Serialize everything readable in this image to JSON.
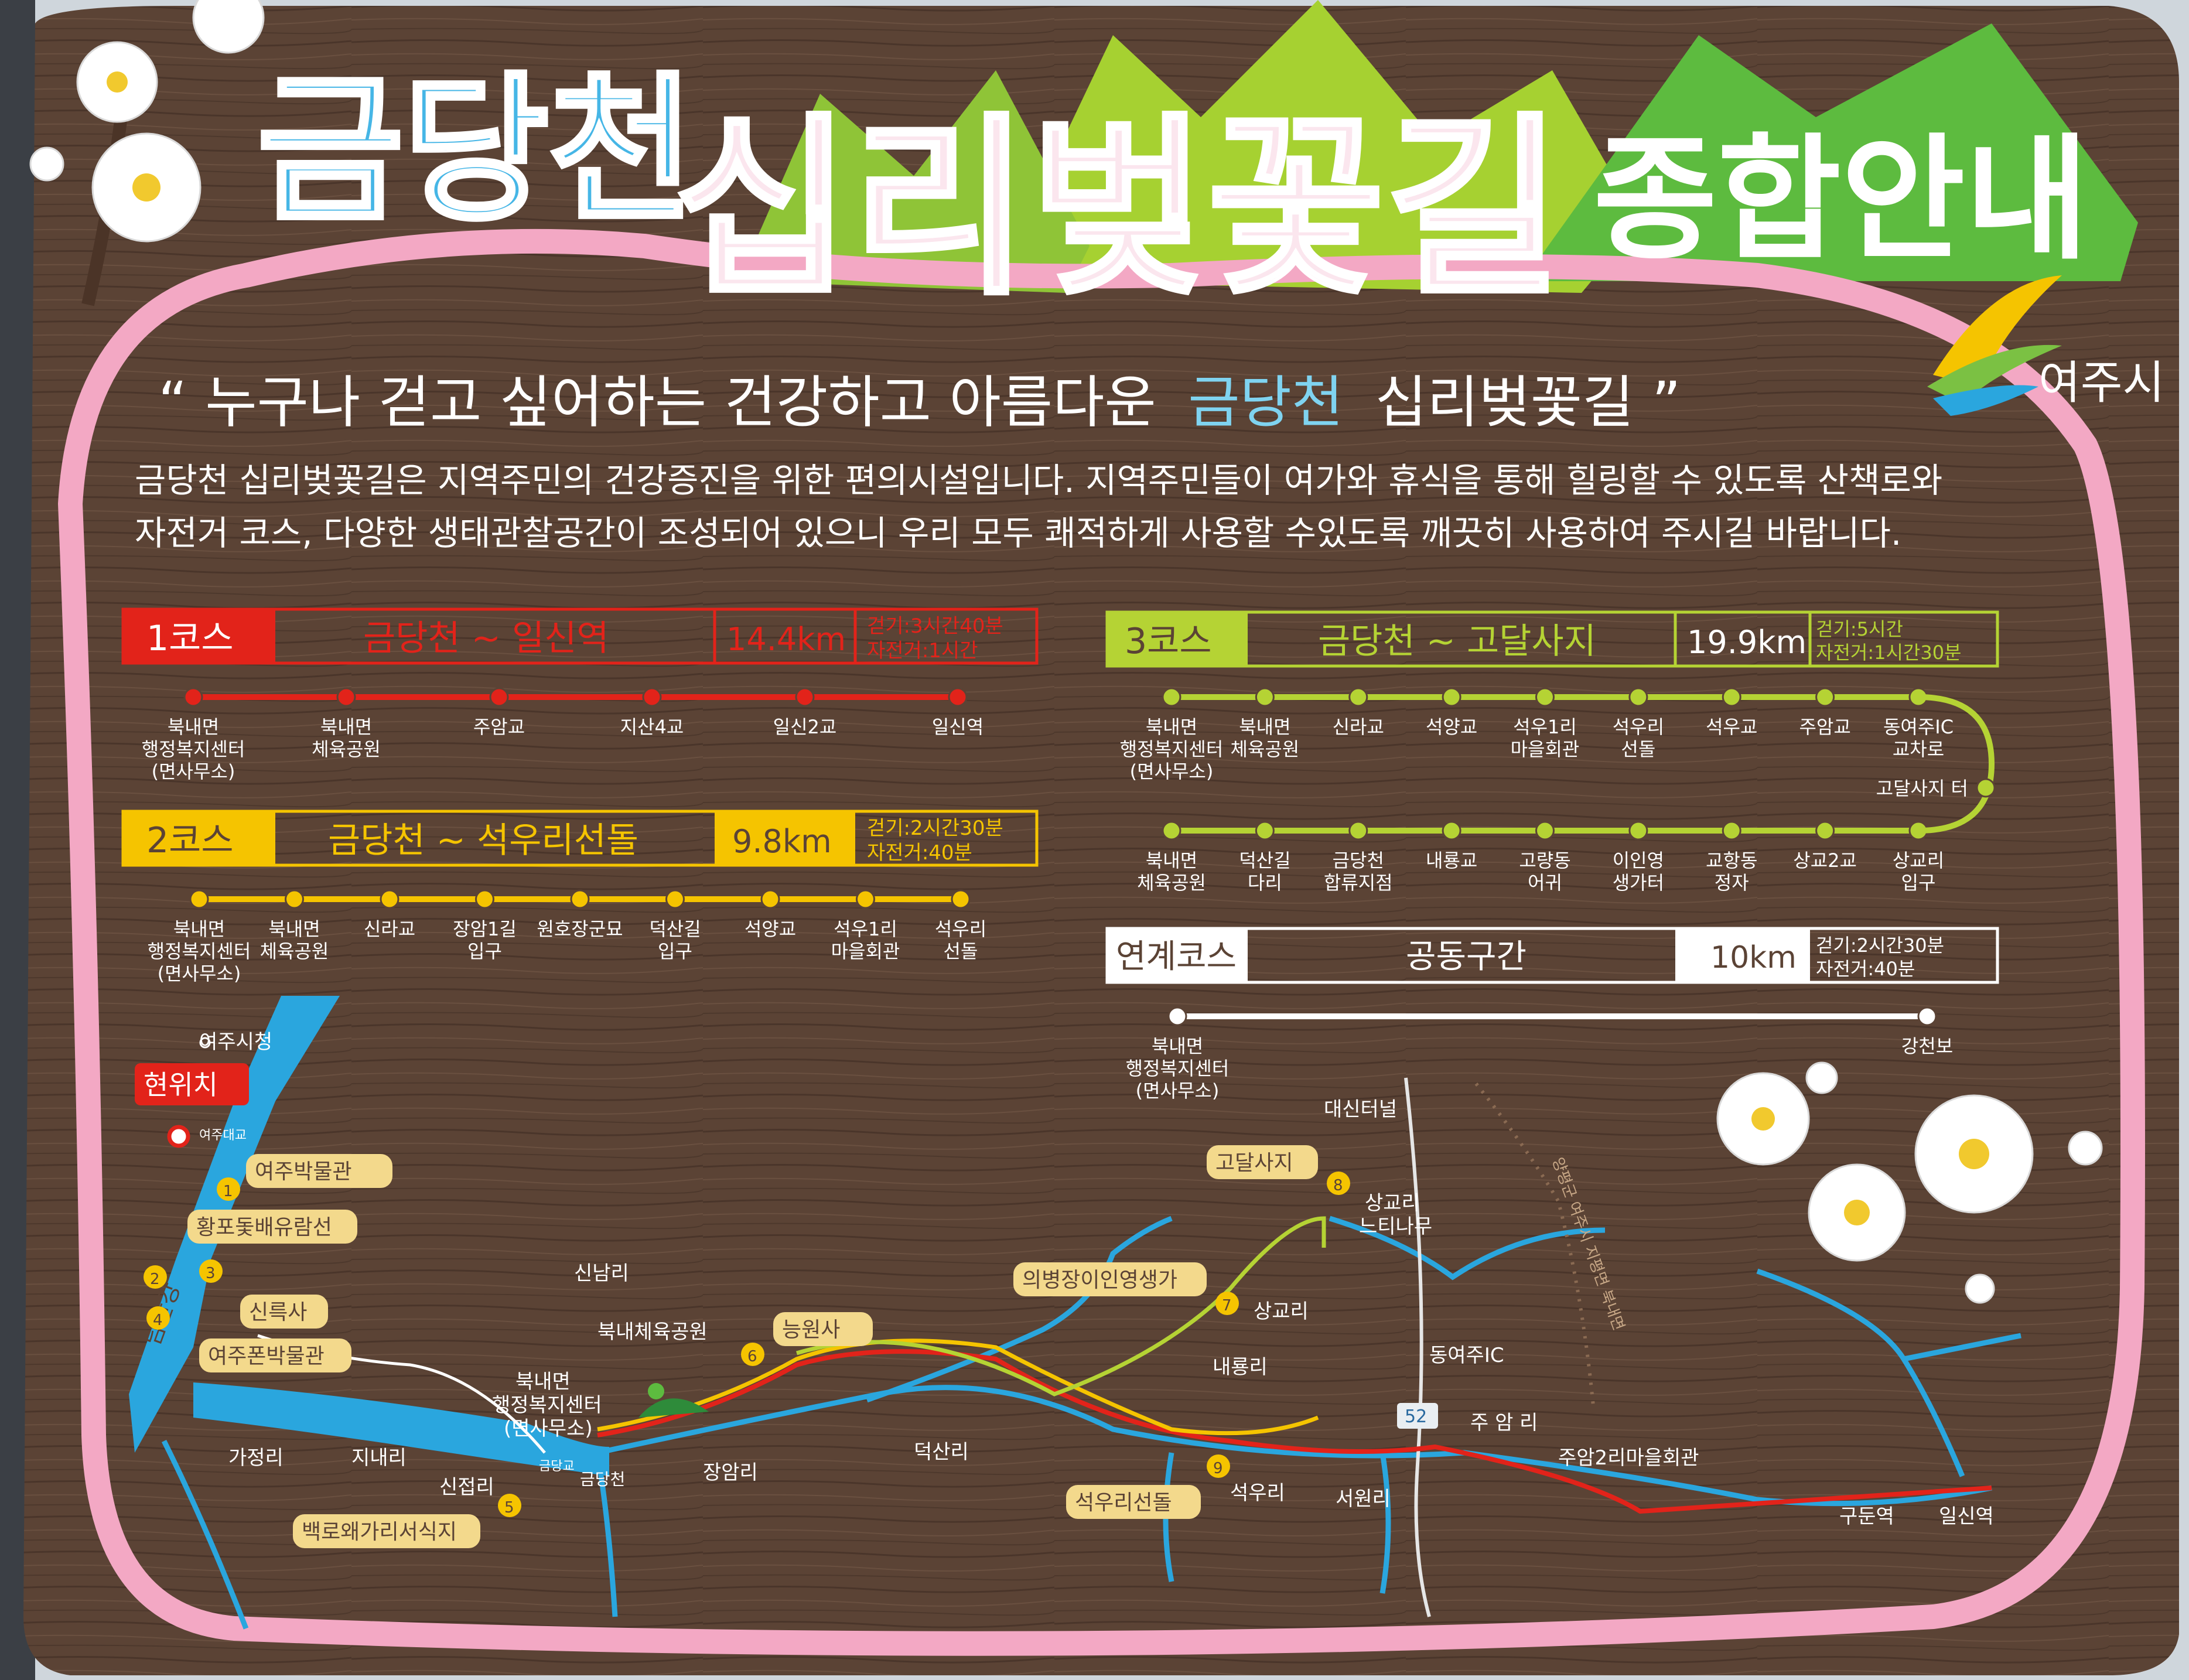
{
  "title": {
    "part1": "금당천",
    "part2": "십리벚꽃길",
    "part3": "종합안내"
  },
  "logo": {
    "text": "여주시",
    "colors": [
      "#f5c400",
      "#7bc143",
      "#2aa6de"
    ]
  },
  "slogan": {
    "open_quote": "“",
    "before": "누구나 걷고 싶어하는 건강하고 아름다운",
    "highlight": "금당천",
    "after": "십리벚꽃길",
    "close_quote": "”"
  },
  "intro": {
    "line1": "금당천 십리벚꽃길은 지역주민의 건강증진을 위한 편의시설입니다. 지역주민들이 여가와 휴식을 통해 힐링할 수 있도록 산책로와",
    "line2": "자전거 코스, 다양한 생태관찰공간이 조성되어 있으니 우리 모두 쾌적하게 사용할 수있도록 깨끗히 사용하여 주시길 바랍니다."
  },
  "courses": [
    {
      "id": "course1",
      "label": "1코스",
      "route": "금당천 ~ 일신역",
      "distance": "14.4km",
      "walk": "걷기:3시간40분",
      "bike": "자전거:1시간",
      "color": "#e2231a",
      "stops": [
        [
          "북내면",
          "행정복지센터",
          "(면사무소)"
        ],
        [
          "북내면",
          "체육공원"
        ],
        [
          "주암교"
        ],
        [
          "지산4교"
        ],
        [
          "일신2교"
        ],
        [
          "일신역"
        ]
      ]
    },
    {
      "id": "course2",
      "label": "2코스",
      "route": "금당천 ~ 석우리선돌",
      "distance": "9.8km",
      "walk": "걷기:2시간30분",
      "bike": "자전거:40분",
      "color": "#f5c400",
      "stops": [
        [
          "북내면",
          "행정복지센터",
          "(면사무소)"
        ],
        [
          "북내면",
          "체육공원"
        ],
        [
          "신라교"
        ],
        [
          "장암1길",
          "입구"
        ],
        [
          "원호장군묘"
        ],
        [
          "덕산길",
          "입구"
        ],
        [
          "석양교"
        ],
        [
          "석우1리",
          "마을회관"
        ],
        [
          "석우리",
          "선돌"
        ]
      ]
    },
    {
      "id": "course3",
      "label": "3코스",
      "route": "금당천 ~ 고달사지",
      "distance": "19.9km",
      "walk": "걷기:5시간",
      "bike": "자전거:1시간30분",
      "color": "#b5d334",
      "stops_top": [
        [
          "북내면",
          "행정복지센터",
          "(면사무소)"
        ],
        [
          "북내면",
          "체육공원"
        ],
        [
          "신라교"
        ],
        [
          "석양교"
        ],
        [
          "석우1리",
          "마을회관"
        ],
        [
          "석우리",
          "선돌"
        ],
        [
          "석우교"
        ],
        [
          "주암교"
        ],
        [
          "동여주IC",
          "교차로"
        ]
      ],
      "turn_stop": "고달사지 터",
      "stops_bottom": [
        [
          "북내면",
          "체육공원"
        ],
        [
          "덕산길",
          "다리"
        ],
        [
          "금당천",
          "합류지점"
        ],
        [
          "내룡교"
        ],
        [
          "고량동",
          "어귀"
        ],
        [
          "이인영",
          "생가터"
        ],
        [
          "교항동",
          "정자"
        ],
        [
          "상교2교"
        ],
        [
          "상교리",
          "입구"
        ]
      ]
    },
    {
      "id": "link",
      "label": "연계코스",
      "route": "공동구간",
      "distance": "10km",
      "walk": "걷기:2시간30분",
      "bike": "자전거:40분",
      "color": "#ffffff",
      "stops": [
        [
          "북내면",
          "행정복지센터",
          "(면사무소)"
        ],
        [
          "강천보"
        ]
      ]
    }
  ],
  "map": {
    "current_location": "현위치",
    "city_hall": "여주시청",
    "bridge": "여주대교",
    "river_han": "남한강",
    "stream": "금당천",
    "bridge2": "금당교",
    "road": "52",
    "sights": [
      {
        "no": "1",
        "name": "여주박물관"
      },
      {
        "no": "2",
        "name": "황포돛배유람선"
      },
      {
        "no": "3",
        "name": "신륵사"
      },
      {
        "no": "4",
        "name": "여주폰박물관"
      },
      {
        "no": "5",
        "name": "백로왜가리서식지"
      },
      {
        "no": "6",
        "name": "능원사"
      },
      {
        "no": "7",
        "name": "의병장이인영생가"
      },
      {
        "no": "8",
        "name": "고달사지"
      },
      {
        "no": "9",
        "name": "석우리선돌"
      }
    ],
    "places": {
      "sinnam": "신남리",
      "gajeong": "가정리",
      "jinae": "지내리",
      "sinjeop": "신접리",
      "jangam": "장암리",
      "deoksan": "덕산리",
      "naeryong": "내룡리",
      "sanggyo": "상교리",
      "seogu": "석우리",
      "seowon": "서원리",
      "juam": "주 암 리",
      "park": "북내체육공원",
      "office1": "북내면",
      "office2": "행정복지센터",
      "office3": "(면사무소)",
      "tunnel": "대신터널",
      "tree1": "상교리",
      "tree2": "느티나무",
      "ic": "동여주IC",
      "hall": "주암2리마을회관",
      "gudun": "구둔역",
      "ilsin": "일신역",
      "border": "양평군 여주시 지평면 북내면"
    }
  }
}
